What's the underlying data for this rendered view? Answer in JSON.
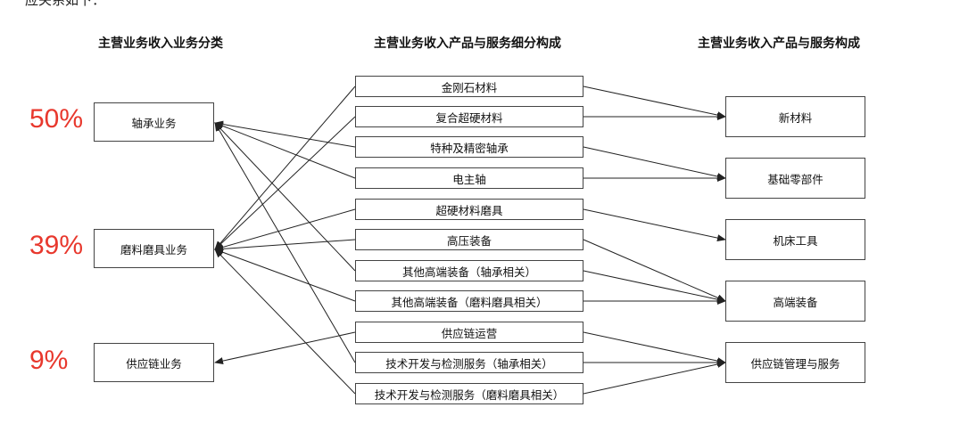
{
  "intro_text": "应关系如下：",
  "headers": {
    "left": "主营业务收入业务分类",
    "middle": "主营业务收入产品与服务细分构成",
    "right": "主营业务收入产品与服务构成"
  },
  "left_boxes": [
    {
      "label": "轴承业务",
      "pct": "50%"
    },
    {
      "label": "磨料磨具业务",
      "pct": "39%"
    },
    {
      "label": "供应链业务",
      "pct": "9%"
    }
  ],
  "middle_boxes": [
    {
      "label": "金刚石材料"
    },
    {
      "label": "复合超硬材料"
    },
    {
      "label": "特种及精密轴承"
    },
    {
      "label": "电主轴"
    },
    {
      "label": "超硬材料磨具"
    },
    {
      "label": "高压装备"
    },
    {
      "label": "其他高端装备（轴承相关）"
    },
    {
      "label": "其他高端装备（磨料磨具相关）"
    },
    {
      "label": "供应链运营"
    },
    {
      "label": "技术开发与检测服务（轴承相关）"
    },
    {
      "label": "技术开发与检测服务（磨料磨具相关）"
    }
  ],
  "right_boxes": [
    {
      "label": "新材料"
    },
    {
      "label": "基础零部件"
    },
    {
      "label": "机床工具"
    },
    {
      "label": "高端装备"
    },
    {
      "label": "供应链管理与服务"
    }
  ],
  "colors": {
    "percent": "#e8382d",
    "line": "#222222",
    "border": "#444444"
  }
}
